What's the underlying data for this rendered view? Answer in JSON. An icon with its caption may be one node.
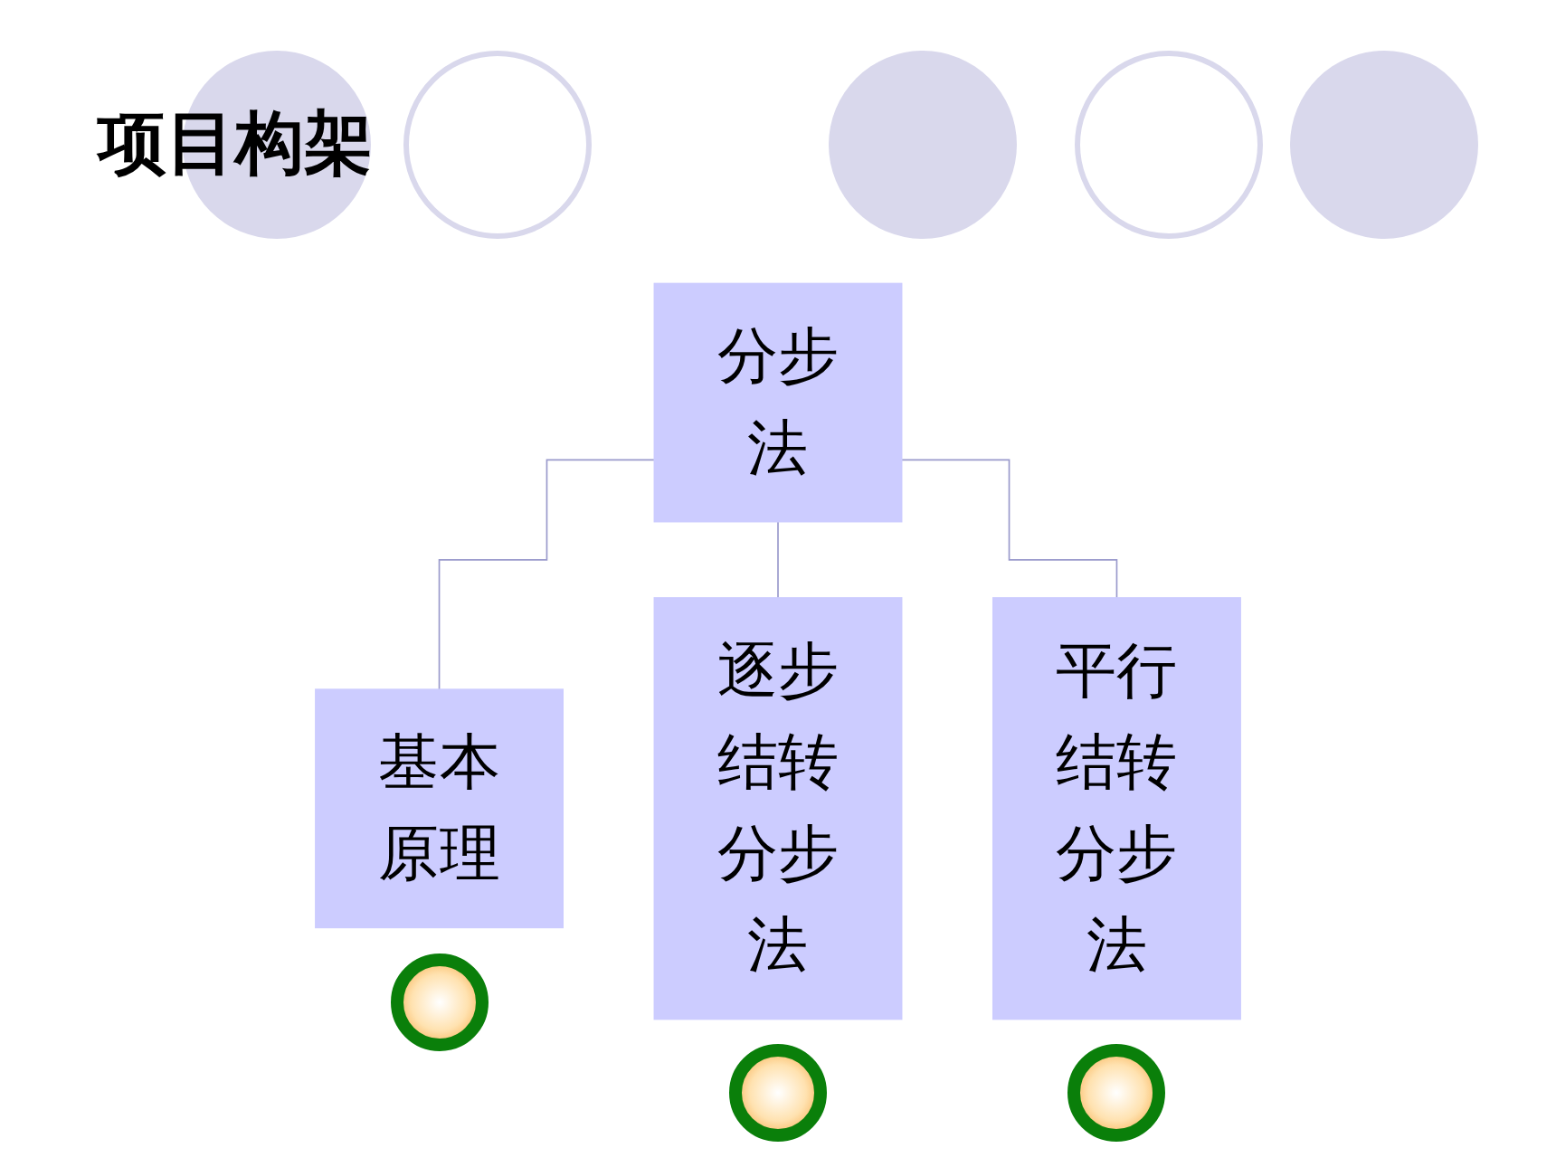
{
  "diagram": {
    "title": "项目构架",
    "nodes": [
      {
        "text": [
          "分步法"
        ]
      },
      {
        "text": [
          "基本原理"
        ]
      },
      {
        "text": [
          "逐步结转分步法"
        ]
      },
      {
        "text": [
          "平行结转分步法"
        ]
      }
    ],
    "edges": [
      {
        "from": 0,
        "to": 1,
        "arrow": "none"
      },
      {
        "from": 0,
        "to": 2,
        "arrow": "none"
      },
      {
        "from": 0,
        "to": 3,
        "arrow": "none"
      }
    ]
  }
}
